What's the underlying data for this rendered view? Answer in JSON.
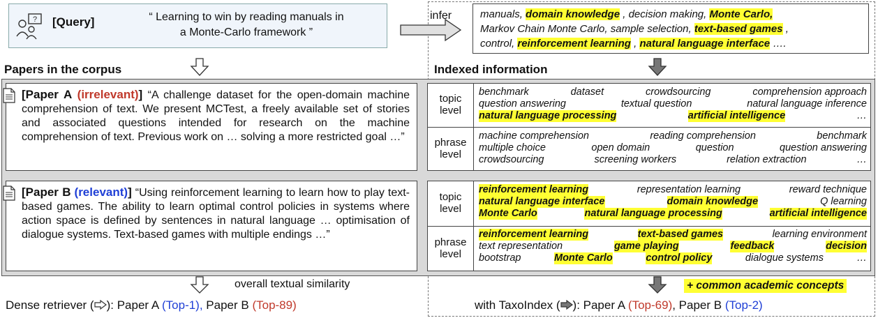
{
  "query": {
    "label": "[Query]",
    "text_line1": "“ Learning to win by reading manuals in",
    "text_line2": "a Monte-Carlo framework ”"
  },
  "infer_label": "infer",
  "inferred": {
    "line1": [
      {
        "t": "manuals,",
        "hl": false
      },
      {
        "t": "domain knowledge",
        "hl": true
      },
      {
        "t": ", decision making,",
        "hl": false
      },
      {
        "t": "Monte Carlo,",
        "hl": true
      }
    ],
    "line2": [
      {
        "t": "Markov Chain Monte Carlo, sample selection,",
        "hl": false
      },
      {
        "t": "text-based games",
        "hl": true
      },
      {
        "t": ",",
        "hl": false
      }
    ],
    "line3": [
      {
        "t": "control,",
        "hl": false
      },
      {
        "t": "reinforcement learning",
        "hl": true
      },
      {
        "t": ",",
        "hl": false
      },
      {
        "t": "natural language interface",
        "hl": true
      },
      {
        "t": "….",
        "hl": false
      }
    ]
  },
  "left_title": "Papers in the corpus",
  "right_title": "Indexed information",
  "paper_a": {
    "tag": "[Paper A",
    "status": "(irrelevant)",
    "close": "]",
    "text": "“A challenge dataset for the open-domain machine comprehension of text. We present MCTest, a freely available set of stories and associated questions intended for research on the machine comprehension of text. Previous work on … solving a more restricted goal …”"
  },
  "paper_b": {
    "tag": "[Paper B",
    "status": "(relevant)",
    "close": "]",
    "text": "“Using reinforcement learning to learn how to play text-based games. The ability to learn optimal control policies in systems where action space is defined by sentences in natural language … optimisation of dialogue systems. Text-based games with multiple endings …”"
  },
  "levels": {
    "topic_line1": "topic",
    "topic_line2": "level",
    "phrase_line1": "phrase",
    "phrase_line2": "level"
  },
  "a_topic": [
    [
      {
        "t": "benchmark",
        "hl": false
      },
      {
        "t": "dataset",
        "hl": false
      },
      {
        "t": "crowdsourcing",
        "hl": false
      },
      {
        "t": "comprehension approach",
        "hl": false
      }
    ],
    [
      {
        "t": "question answering",
        "hl": false
      },
      {
        "t": "textual question",
        "hl": false
      },
      {
        "t": "natural language inference",
        "hl": false
      }
    ],
    [
      {
        "t": "natural language processing",
        "hl": true
      },
      {
        "t": "artificial intelligence",
        "hl": true
      },
      {
        "t": "…",
        "hl": false
      }
    ]
  ],
  "a_phrase": [
    [
      {
        "t": "machine comprehension",
        "hl": false
      },
      {
        "t": "reading comprehension",
        "hl": false
      },
      {
        "t": "benchmark",
        "hl": false
      }
    ],
    [
      {
        "t": "multiple choice",
        "hl": false
      },
      {
        "t": "open domain",
        "hl": false
      },
      {
        "t": "question",
        "hl": false
      },
      {
        "t": "question answering",
        "hl": false
      }
    ],
    [
      {
        "t": "crowdsourcing",
        "hl": false
      },
      {
        "t": "screening workers",
        "hl": false
      },
      {
        "t": "relation extraction",
        "hl": false
      },
      {
        "t": "…",
        "hl": false
      }
    ]
  ],
  "b_topic": [
    [
      {
        "t": "reinforcement learning",
        "hl": true
      },
      {
        "t": "representation learning",
        "hl": false
      },
      {
        "t": "reward technique",
        "hl": false
      }
    ],
    [
      {
        "t": "natural language interface",
        "hl": true
      },
      {
        "t": "domain knowledge",
        "hl": true
      },
      {
        "t": "Q learning",
        "hl": false
      }
    ],
    [
      {
        "t": "Monte Carlo",
        "hl": true
      },
      {
        "t": "natural language processing",
        "hl": true
      },
      {
        "t": "artificial intelligence",
        "hl": true
      }
    ]
  ],
  "b_phrase": [
    [
      {
        "t": "reinforcement learning",
        "hl": true
      },
      {
        "t": "text-based games",
        "hl": true
      },
      {
        "t": "learning environment",
        "hl": false
      }
    ],
    [
      {
        "t": "text representation",
        "hl": false
      },
      {
        "t": "game playing",
        "hl": true
      },
      {
        "t": "feedback",
        "hl": true
      },
      {
        "t": "decision",
        "hl": true
      }
    ],
    [
      {
        "t": "bootstrap",
        "hl": false
      },
      {
        "t": "Monte Carlo",
        "hl": true
      },
      {
        "t": "control policy",
        "hl": true
      },
      {
        "t": "dialogue systems",
        "hl": false
      },
      {
        "t": "…",
        "hl": false
      }
    ]
  ],
  "similarity_label": "overall textual similarity",
  "common_concepts": "+ common academic concepts",
  "dense_result": {
    "prefix": "Dense retriever (",
    "suffix": "): Paper A ",
    "a_rank": "(Top-1),",
    "mid": " Paper B ",
    "b_rank": "(Top-89)"
  },
  "taxo_result": {
    "prefix": "with TaxoIndex (",
    "suffix": "): Paper A ",
    "a_rank": "(Top-69)",
    "mid": ", Paper B ",
    "b_rank": "(Top-2)"
  },
  "colors": {
    "highlight": "#ffff33",
    "blue": "#1f3fd6",
    "red": "#c0392b",
    "panel_gray": "#d9d9d9"
  }
}
